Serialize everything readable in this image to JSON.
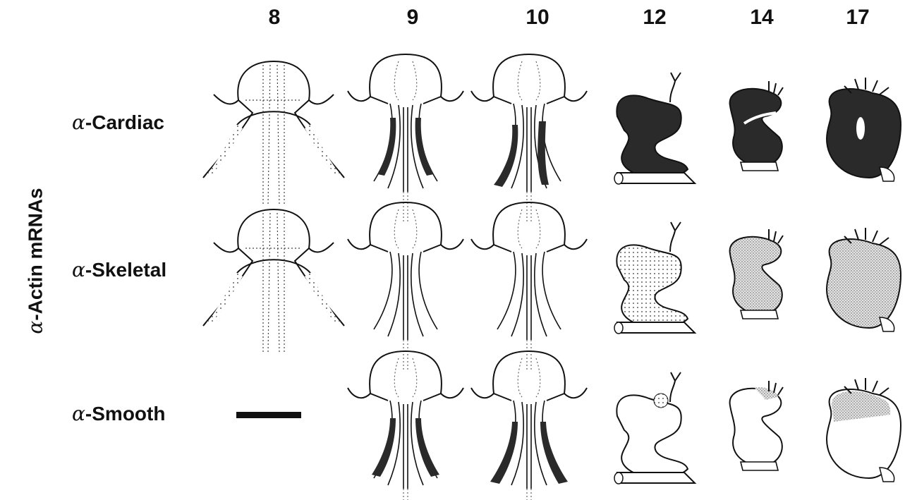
{
  "stages": [
    "8",
    "9",
    "10",
    "12",
    "14",
    "17"
  ],
  "axis_title": {
    "greek": "α",
    "text": "-Actin mRNAs"
  },
  "rows": [
    {
      "greek": "α",
      "label": "-Cardiac",
      "fills": [
        "dotted",
        "dark",
        "dark",
        "dark",
        "dark",
        "dark"
      ]
    },
    {
      "greek": "α",
      "label": "-Skeletal",
      "fills": [
        "dotted",
        "outline",
        "outline",
        "stippled",
        "stippled",
        "stippled"
      ]
    },
    {
      "greek": "α",
      "label": "-Smooth",
      "fills": [
        "none",
        "dark",
        "dark",
        "outflow-only",
        "outflow-only",
        "outflow-only"
      ]
    }
  ],
  "colors": {
    "ink": "#111111",
    "dark": "#2a2a2a",
    "stipple": "#cfcfcf"
  }
}
